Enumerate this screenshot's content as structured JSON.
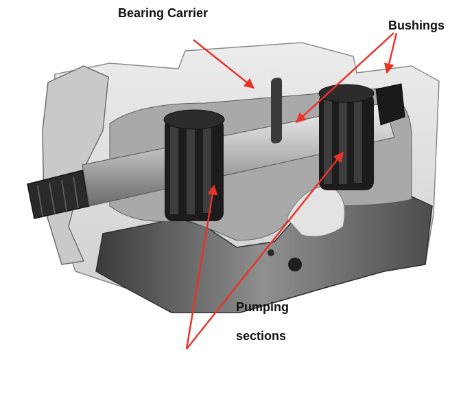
{
  "labels": {
    "bearing_carrier": "Bearing Carrier",
    "bushings": "Bushings",
    "pumping_line1": "Pumping",
    "pumping_line2": "sections"
  },
  "colors": {
    "arrow": "#e8332a",
    "housing_light": "#dcdcdc",
    "housing_shadow": "#4a4a4a",
    "gear": "#1c1c1c",
    "shaft": "#bdbdbd"
  }
}
